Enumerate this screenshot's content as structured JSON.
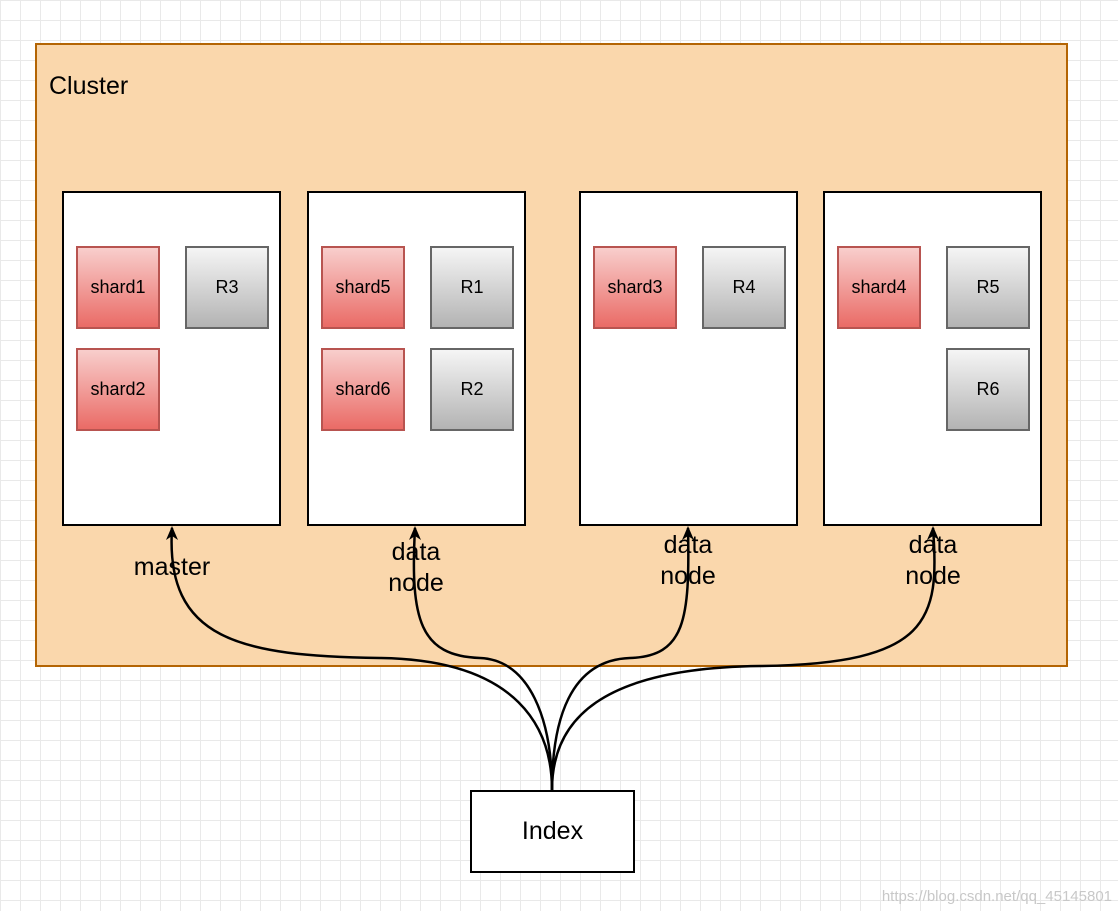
{
  "cluster": {
    "title": "Cluster"
  },
  "nodes": [
    {
      "label": "master",
      "primaries": [
        "shard1",
        "shard2"
      ],
      "replicas": [
        "R3"
      ]
    },
    {
      "label": "data\nnode",
      "primaries": [
        "shard5",
        "shard6"
      ],
      "replicas": [
        "R1",
        "R2"
      ]
    },
    {
      "label": "data\nnode",
      "primaries": [
        "shard3"
      ],
      "replicas": [
        "R4"
      ]
    },
    {
      "label": "data\nnode",
      "primaries": [
        "shard4"
      ],
      "replicas": [
        "R5",
        "R6"
      ]
    }
  ],
  "index": {
    "label": "Index"
  },
  "watermark": "https://blog.csdn.net/qq_45145801",
  "colors": {
    "cluster_fill": "#fad7ac",
    "cluster_stroke": "#b46504",
    "primary_fill_top": "#f8cecc",
    "primary_fill_bottom": "#ea6b66",
    "primary_stroke": "#b85450",
    "replica_fill_top": "#f5f5f5",
    "replica_fill_bottom": "#b3b3b3",
    "replica_stroke": "#666666"
  }
}
